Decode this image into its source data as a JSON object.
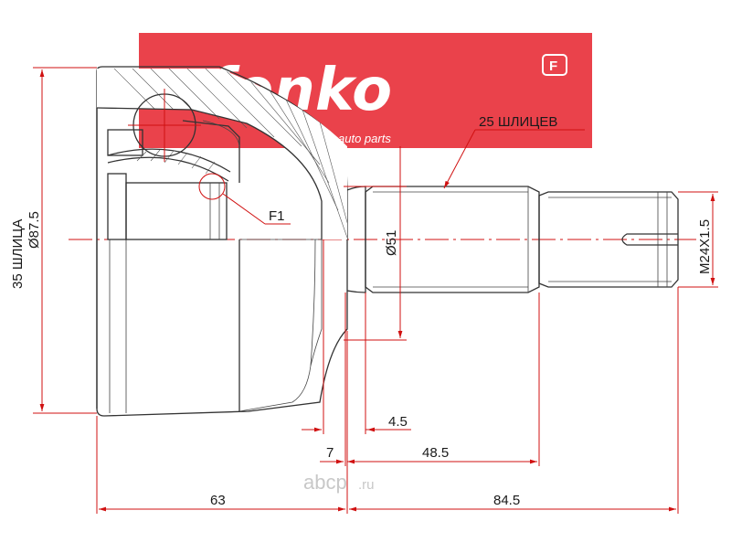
{
  "logo": {
    "brand": "fenko",
    "badge": "F",
    "tagline": "auto parts",
    "color": "#e8323c"
  },
  "labels": {
    "splines_shaft": "25 ШЛИЦЕВ",
    "splines_hub": "35 ШЛИЦА",
    "hub_diameter": "Ø87.5",
    "shaft_diameter": "Ø51",
    "thread": "M24X1.5",
    "detail": "F1"
  },
  "dimensions": {
    "d_4_5": "4.5",
    "d_7": "7",
    "d_48_5": "48.5",
    "d_63": "63",
    "d_84_5": "84.5"
  },
  "watermark": {
    "text": "abcp",
    "suffix": ".ru"
  },
  "colors": {
    "dimension_lines": "#d01010",
    "outline": "#333333"
  }
}
